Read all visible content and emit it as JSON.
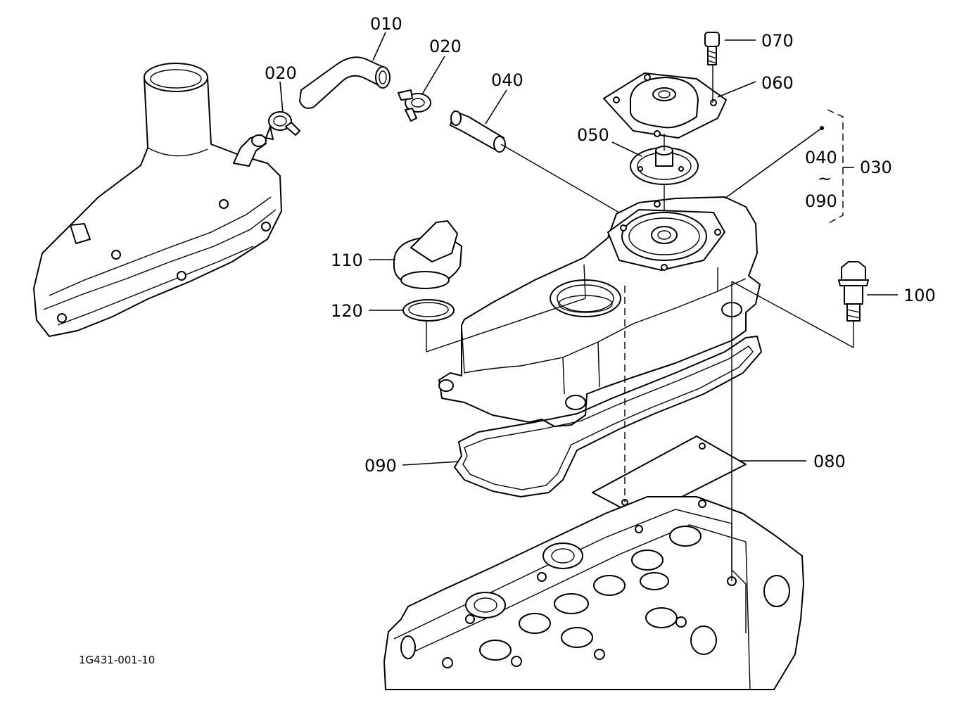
{
  "callouts": {
    "c010": "010",
    "c020a": "020",
    "c020b": "020",
    "c040": "040",
    "c050": "050",
    "c060": "060",
    "c070": "070",
    "c030": "030",
    "c040range": "040",
    "c_tilde": "~",
    "c090range": "090",
    "c100": "100",
    "c110": "110",
    "c120": "120",
    "c090": "090",
    "c080": "080"
  },
  "drawing_code": "1G431-001-10"
}
